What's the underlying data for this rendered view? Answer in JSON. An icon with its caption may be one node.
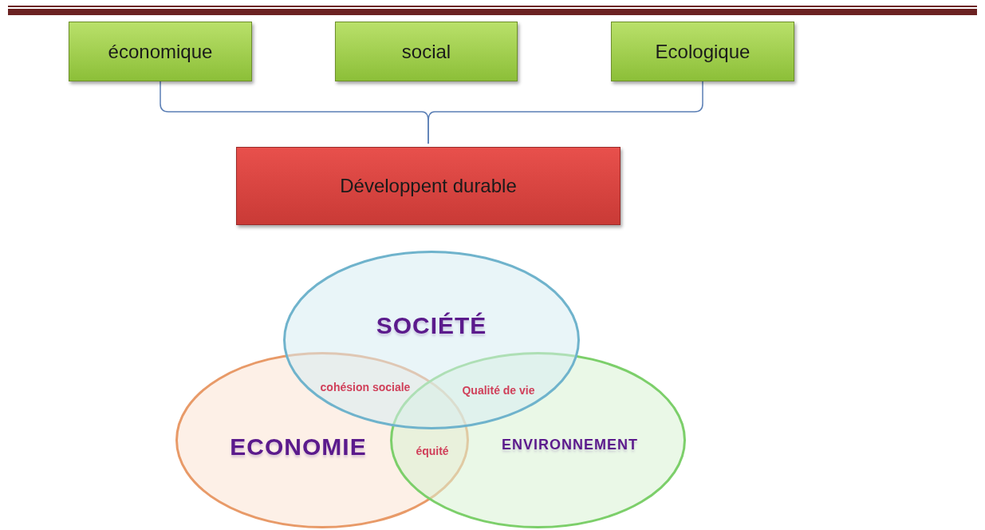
{
  "diagram": {
    "nodes": [
      {
        "text": [
          "économique"
        ]
      },
      {
        "text": [
          "social"
        ]
      },
      {
        "text": [
          "Ecologique"
        ]
      },
      {
        "text": [
          "Développent durable"
        ]
      },
      {
        "text": [
          "SOCIÉTÉ"
        ]
      },
      {
        "text": [
          "ECONOMIE"
        ]
      },
      {
        "text": [
          "ENVIRONNEMENT"
        ]
      }
    ],
    "edges": [
      {
        "from": 0,
        "to": 3,
        "arrow": "none"
      },
      {
        "from": 2,
        "to": 3,
        "arrow": "none"
      }
    ],
    "labels": [
      "cohésion sociale",
      "Qualité de vie",
      "équité"
    ]
  }
}
